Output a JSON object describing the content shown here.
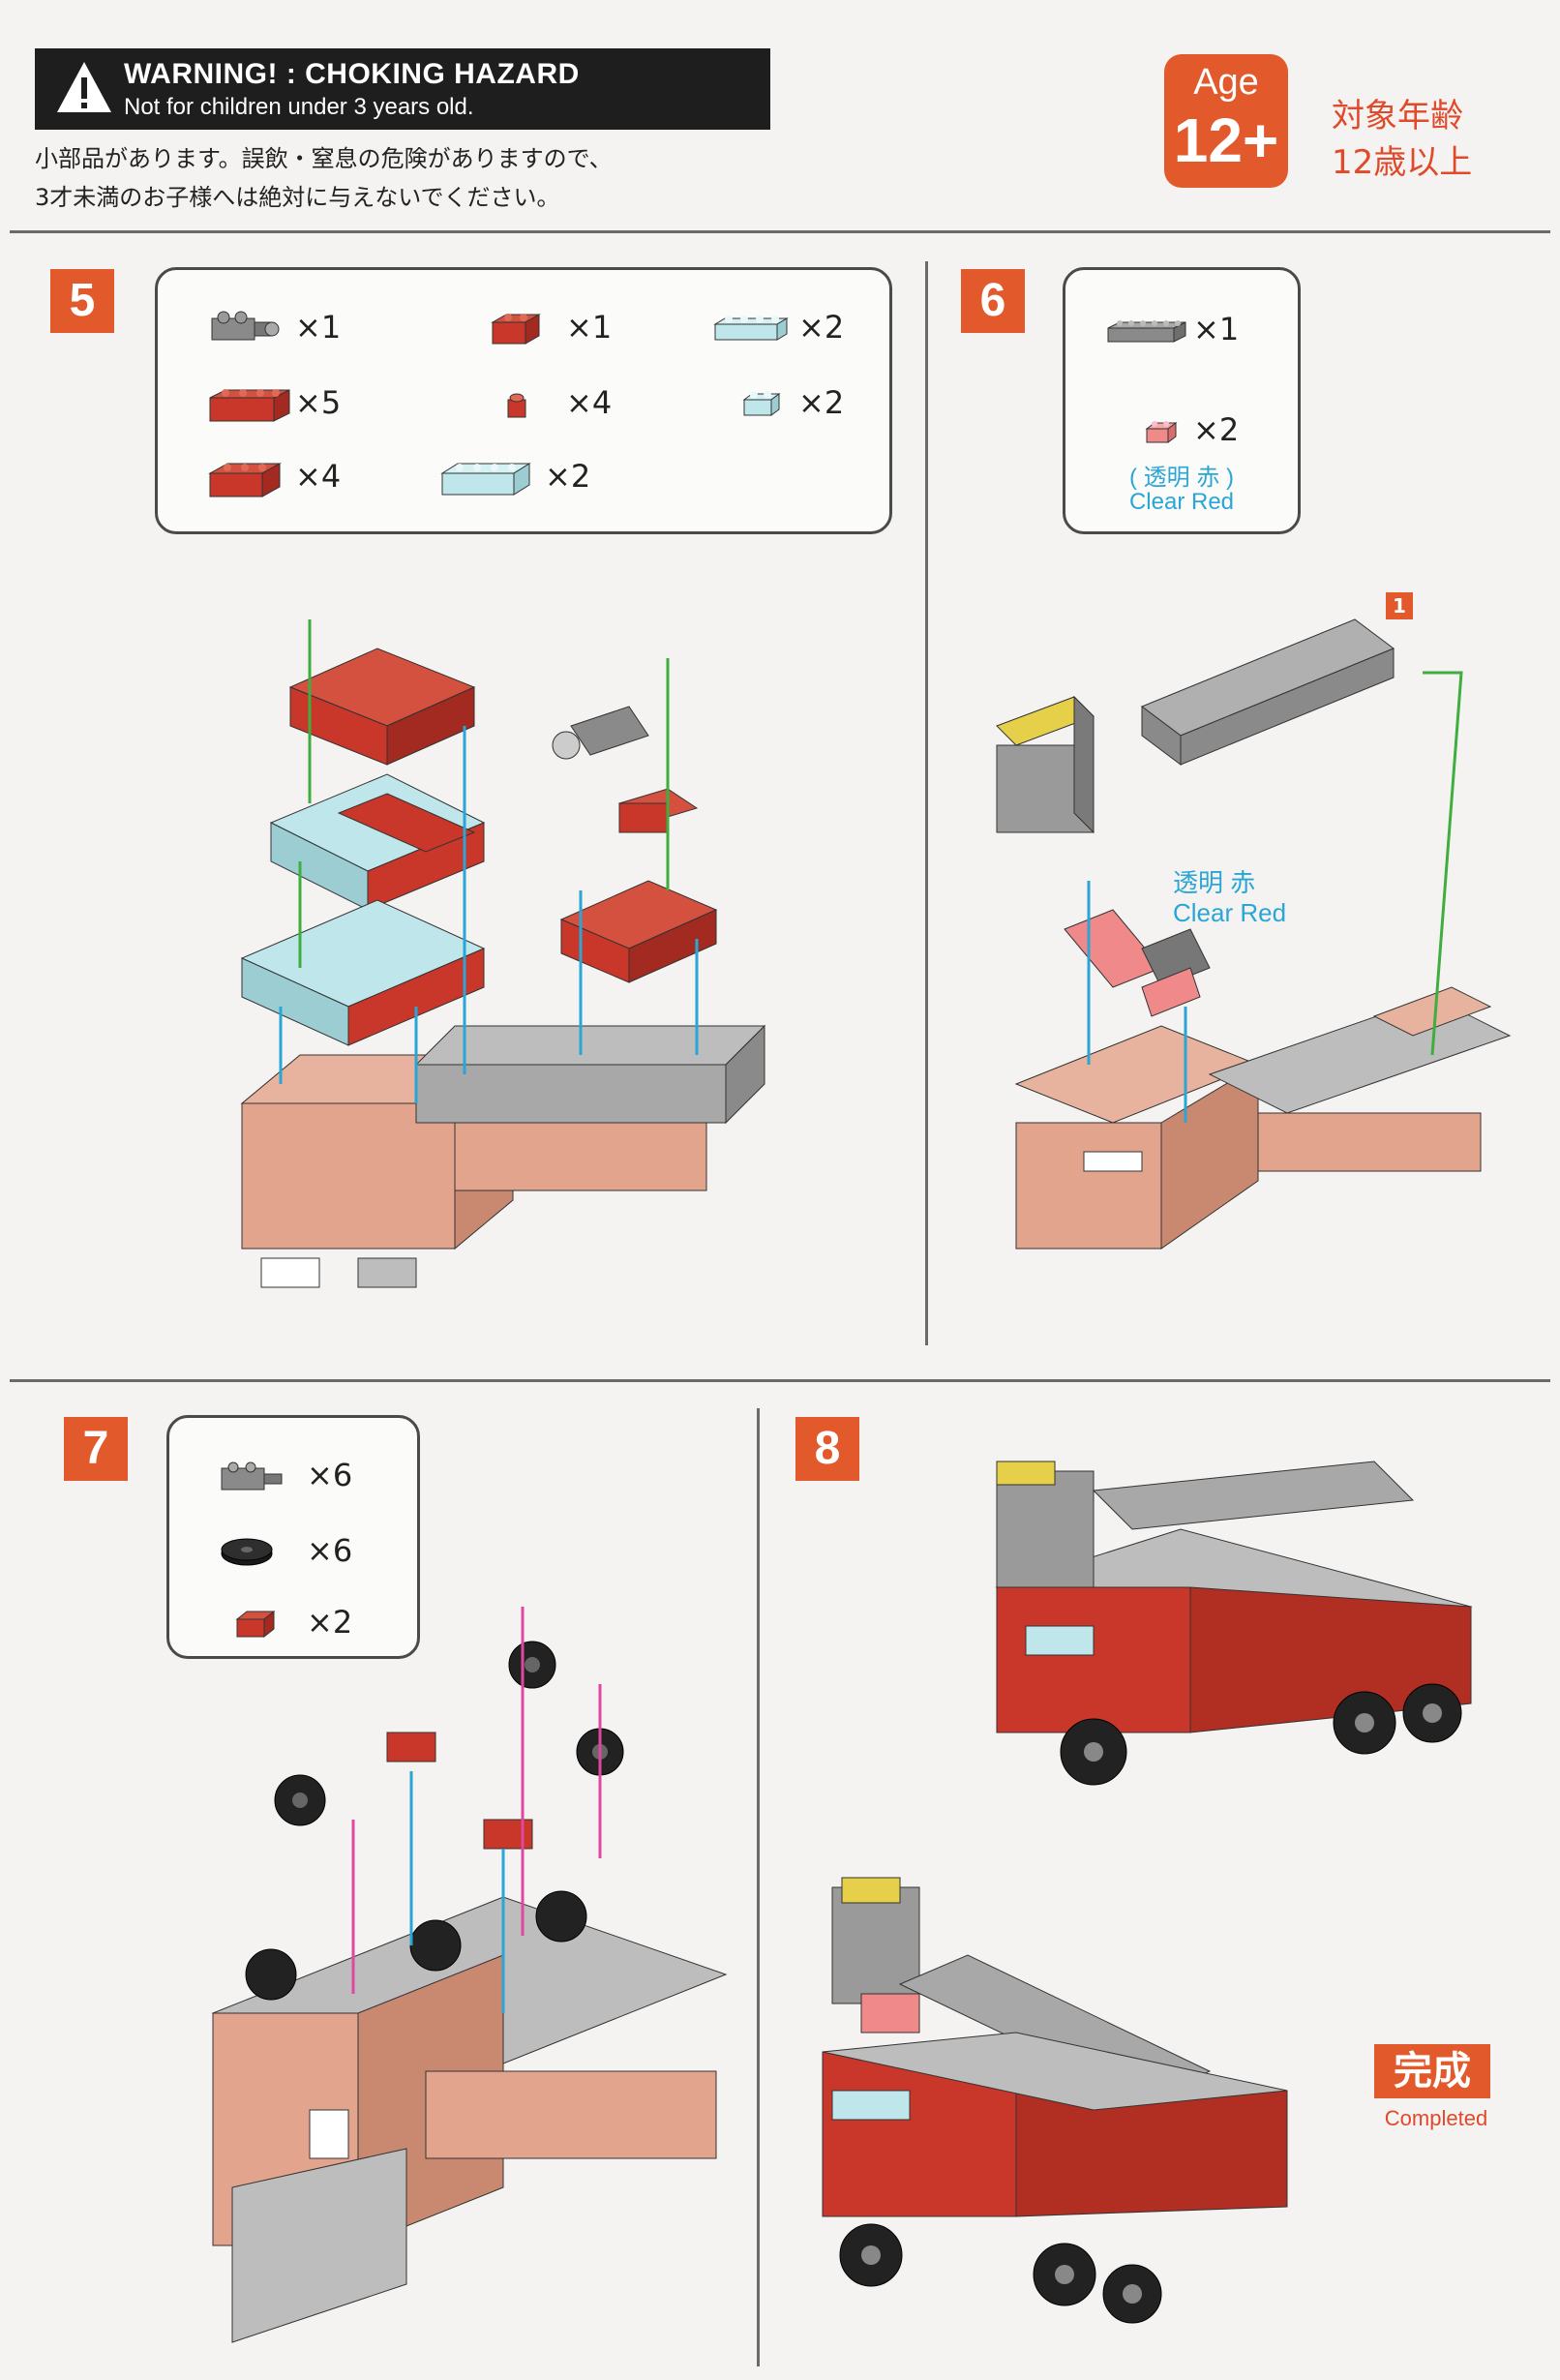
{
  "header": {
    "warning_title": "WARNING! : CHOKING HAZARD",
    "warning_sub": "Not for children under 3 years old.",
    "jp_line1": "小部品があります。誤飲・窒息の危険がありますので、",
    "jp_line2": "3才未満のお子様へは絶対に与えないでください。",
    "age_label": "Age",
    "age_value": "12+",
    "age_jp_line1": "対象年齢",
    "age_jp_line2": "12歳以上"
  },
  "steps": [
    {
      "number": "5",
      "parts": [
        {
          "icon": "gray-hinge-brick-icon",
          "color": "#8a8a8a",
          "qty": "×1"
        },
        {
          "icon": "red-2x4-brick-icon",
          "color": "#c8372a",
          "qty": "×5"
        },
        {
          "icon": "red-2x3-brick-icon",
          "color": "#c8372a",
          "qty": "×4"
        },
        {
          "icon": "red-2x2-brick-icon",
          "color": "#c8372a",
          "qty": "×1"
        },
        {
          "icon": "red-1x1-brick-icon",
          "color": "#c8372a",
          "qty": "×4"
        },
        {
          "icon": "light-blue-2x4-brick-icon",
          "color": "#bfe6ea",
          "qty": "×2"
        },
        {
          "icon": "light-blue-1x4-brick-icon",
          "color": "#bfe6ea",
          "qty": "×2"
        },
        {
          "icon": "light-blue-1x2-brick-icon",
          "color": "#bfe6ea",
          "qty": "×2"
        }
      ]
    },
    {
      "number": "6",
      "parts": [
        {
          "icon": "gray-1x6-brick-icon",
          "color": "#8a8a8a",
          "qty": "×1"
        },
        {
          "icon": "clear-red-1x2-brick-icon",
          "color": "#f08a8a",
          "qty": "×2"
        }
      ],
      "note_jp": "( 透明 赤 )",
      "note_en": "Clear Red",
      "callout_jp": "透明 赤",
      "callout_en": "Clear Red",
      "callout_num": "1"
    },
    {
      "number": "7",
      "parts": [
        {
          "icon": "gray-axle-brick-icon",
          "color": "#8a8a8a",
          "qty": "×6"
        },
        {
          "icon": "black-wheel-icon",
          "color": "#222222",
          "qty": "×6"
        },
        {
          "icon": "red-1x2-brick-icon",
          "color": "#c8372a",
          "qty": "×2"
        }
      ]
    },
    {
      "number": "8",
      "completed_jp": "完成",
      "completed_en": "Completed"
    }
  ]
}
